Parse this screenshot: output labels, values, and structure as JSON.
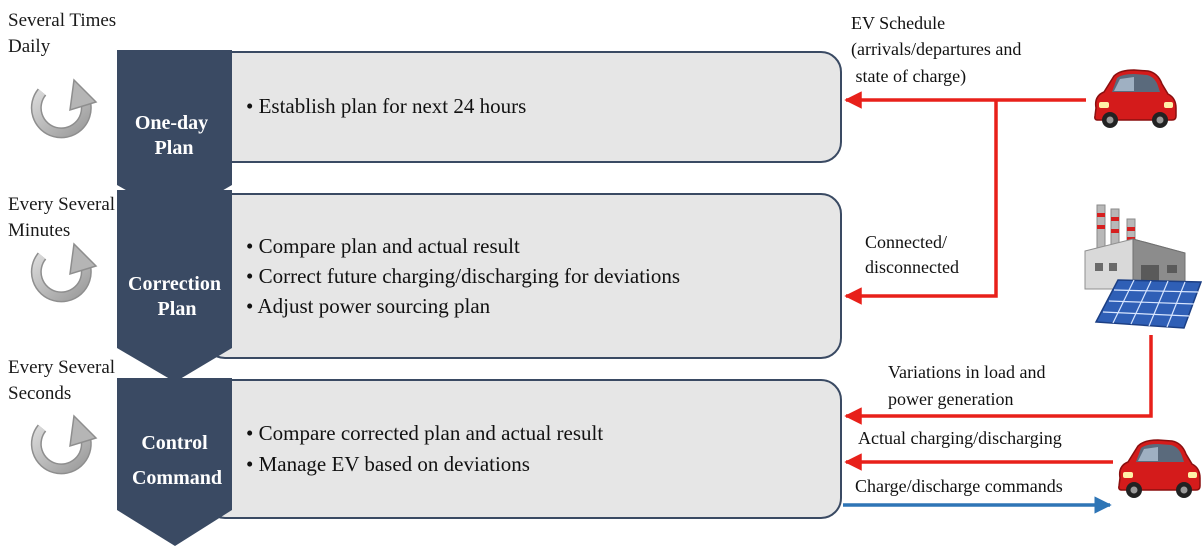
{
  "stages": [
    {
      "frequency": [
        "Several Times",
        "Daily"
      ],
      "title": [
        "One-day",
        "Plan"
      ],
      "bullets": [
        "• Establish plan for next 24 hours"
      ]
    },
    {
      "frequency": [
        "Every Several",
        "Minutes"
      ],
      "title": [
        "Correction",
        "Plan"
      ],
      "bullets": [
        "• Compare plan and actual result",
        "• Correct future charging/discharging for deviations",
        "• Adjust power sourcing plan"
      ]
    },
    {
      "frequency": [
        "Every Several",
        "Seconds"
      ],
      "title": [
        "Control",
        "Command"
      ],
      "bullets": [
        "• Compare corrected plan and actual result",
        "• Manage EV based on deviations"
      ]
    }
  ],
  "labels": {
    "ev_schedule": [
      "EV Schedule",
      "(arrivals/departures and",
      " state of charge)"
    ],
    "connected": [
      "Connected/",
      "disconnected"
    ],
    "variations": [
      "Variations in load and",
      "power generation"
    ],
    "actual": "Actual charging/discharging",
    "commands": "Charge/discharge commands"
  },
  "icons": {
    "cycle": "cycle-arrow-icon",
    "ev": "electric-car-icon",
    "factory": "factory-icon",
    "solar": "solar-panel-icon"
  },
  "colors": {
    "chevron": "#3a4a63",
    "box_fill": "#e6e6e6",
    "box_stroke": "#3a4a63",
    "input_arrow": "#e8201a",
    "command_arrow": "#2e75b6",
    "car": "#d41b1b",
    "cycle": "#b5b5b5"
  }
}
